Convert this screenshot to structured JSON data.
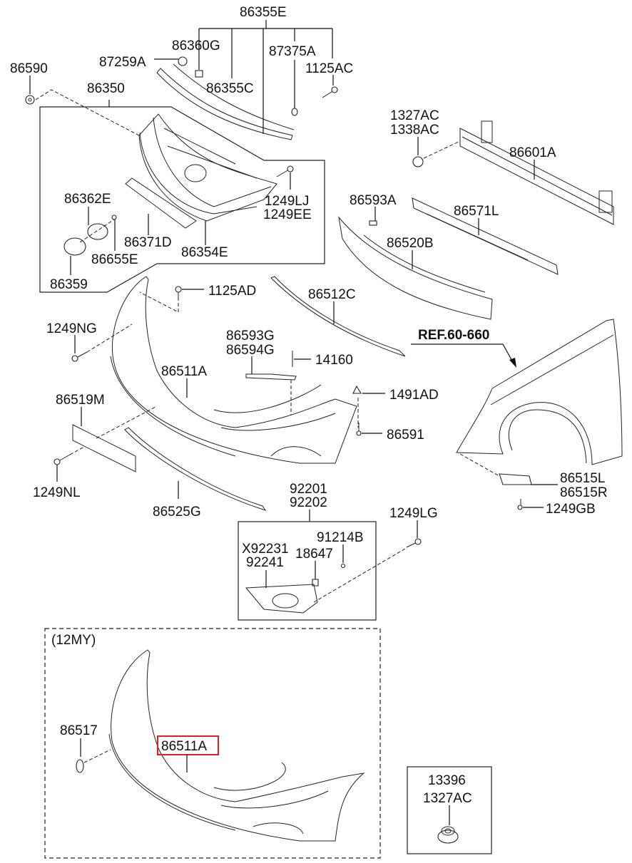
{
  "diagram": {
    "title": "Front bumper parts diagram",
    "highlight_color": "#e02020",
    "labels": {
      "p86355E": "86355E",
      "p86360G": "86360G",
      "p87259A": "87259A",
      "p87375A": "87375A",
      "p1125AC": "1125AC",
      "p86590": "86590",
      "p86350": "86350",
      "p86355C": "86355C",
      "p1327AC_a": "1327AC",
      "p1338AC": "1338AC",
      "p86601A": "86601A",
      "p86362E": "86362E",
      "p1249LJ": "1249LJ",
      "p1249EE": "1249EE",
      "p86593A": "86593A",
      "p86571L": "86571L",
      "p86371D": "86371D",
      "p86354E": "86354E",
      "p86655E": "86655E",
      "p86520B": "86520B",
      "p86359": "86359",
      "p1125AD": "1125AD",
      "p86512C": "86512C",
      "p1249NG": "1249NG",
      "p86593G": "86593G",
      "p86594G": "86594G",
      "p14160": "14160",
      "ref": "REF.60-660",
      "p86511A": "86511A",
      "p1491AD": "1491AD",
      "p86519M": "86519M",
      "p86591": "86591",
      "p86515L": "86515L",
      "p86515R": "86515R",
      "p1249NL": "1249NL",
      "p86525G": "86525G",
      "p1249GB": "1249GB",
      "p92201": "92201",
      "p92202": "92202",
      "p1249LG": "1249LG",
      "p91214B": "91214B",
      "pX92231": "X92231",
      "p18647": "18647",
      "p92241": "92241",
      "variant_title": "(12MY)",
      "p86517": "86517",
      "p86511A_12my": "86511A",
      "p13396": "13396",
      "p1327AC_b": "1327AC"
    }
  }
}
